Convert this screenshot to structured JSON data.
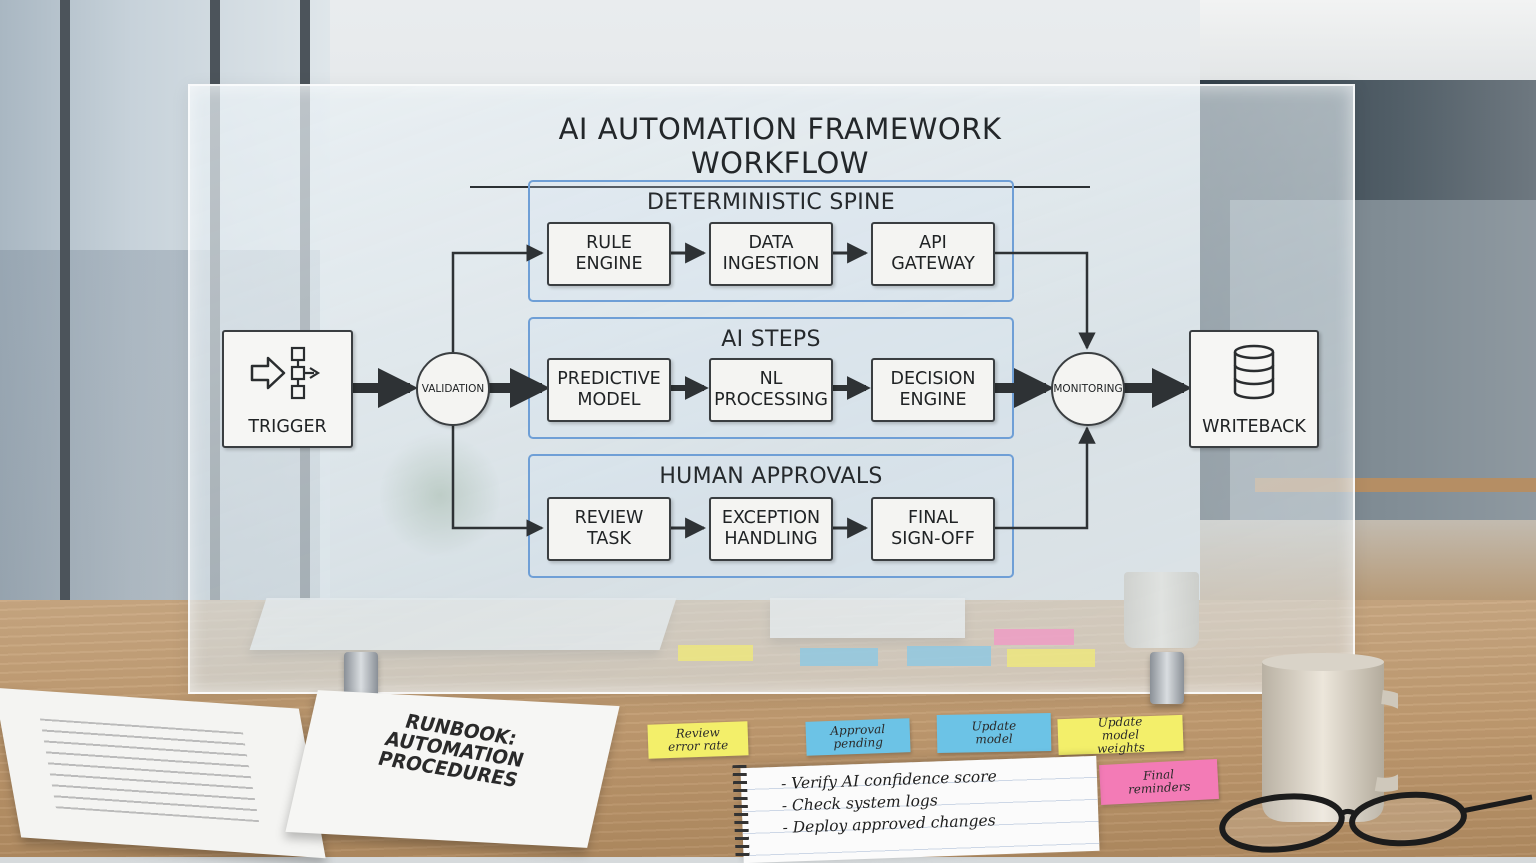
{
  "diagram": {
    "title": "AI AUTOMATION FRAMEWORK WORKFLOW",
    "trigger": {
      "label": "TRIGGER",
      "icon": "workflow-icon"
    },
    "validation": "VALIDATION",
    "monitoring": "MONITORING",
    "writeback": {
      "label": "WRITEBACK",
      "icon": "database-icon"
    },
    "groups": [
      {
        "title": "DETERMINISTIC SPINE",
        "nodes": [
          "RULE\nENGINE",
          "DATA\nINGESTION",
          "API\nGATEWAY"
        ]
      },
      {
        "title": "AI STEPS",
        "nodes": [
          "PREDICTIVE\nMODEL",
          "NL\nPROCESSING",
          "DECISION\nENGINE"
        ]
      },
      {
        "title": "HUMAN APPROVALS",
        "nodes": [
          "REVIEW\nTASK",
          "EXCEPTION\nHANDLING",
          "FINAL\nSIGN-OFF"
        ]
      }
    ],
    "colors": {
      "group_border": "#6f9fd6",
      "node_border": "#3a3e41",
      "arrow": "#2e3235"
    }
  },
  "desk": {
    "runbook_title": "RUNBOOK:\nAUTOMATION\nPROCEDURES",
    "sticky_notes": [
      {
        "text": "Review\nerror rate",
        "color": "#f3ef6a"
      },
      {
        "text": "Approval\npending",
        "color": "#6cc3e6"
      },
      {
        "text": "Update\nmodel",
        "color": "#6cc3e6"
      },
      {
        "text": "Update\nmodel\nweights",
        "color": "#f3ef6a"
      },
      {
        "text": "Final\nreminders",
        "color": "#f37bb6"
      }
    ],
    "notebook_lines": [
      "- Verify AI confidence score",
      "- Check system logs",
      "- Deploy approved changes"
    ]
  }
}
